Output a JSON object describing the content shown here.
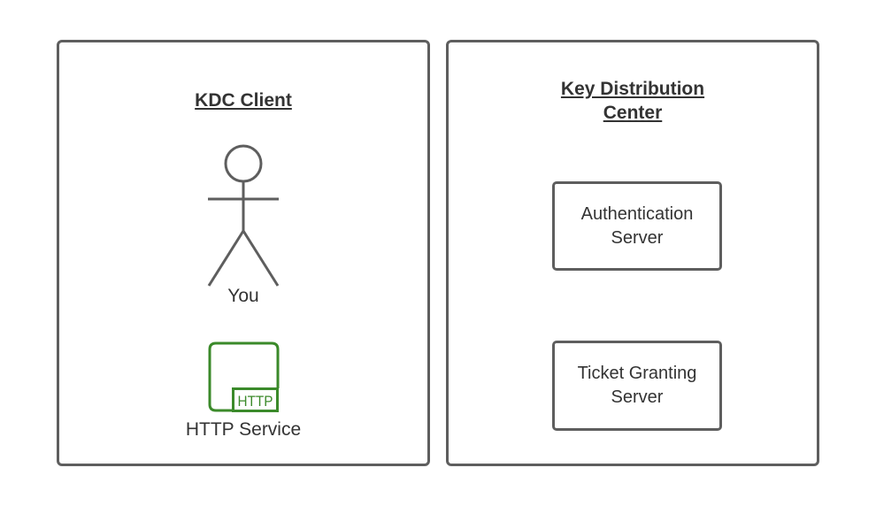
{
  "client": {
    "title": "KDC Client",
    "actor_label": "You",
    "service_label": "HTTP Service",
    "service_icon": "http-service-icon",
    "service_badge": "HTTP"
  },
  "kdc": {
    "title_line1": "Key Distribution",
    "title_line2": "Center",
    "servers": [
      {
        "line1": "Authentication",
        "line2": "Server"
      },
      {
        "line1": "Ticket Granting",
        "line2": "Server"
      }
    ]
  },
  "colors": {
    "stroke": "#5e5e5e",
    "text": "#333333",
    "http_green": "#3b8a2a"
  }
}
